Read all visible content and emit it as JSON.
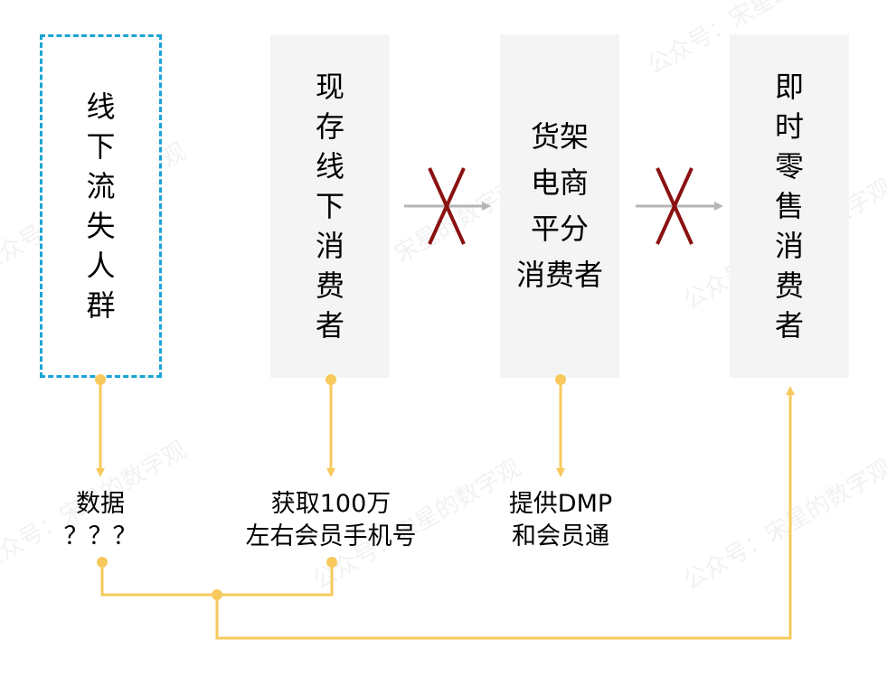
{
  "nodes": {
    "offline_lost": {
      "label": "线下流失人群",
      "border_color": "#1aa3d6"
    },
    "offline_existing": {
      "label": "现存线下消费者"
    },
    "shelf_ecommerce": {
      "label": "货架\n电商\n平分\n消费者"
    },
    "instant_retail": {
      "label": "即时零售消费者"
    }
  },
  "labels": {
    "data_unknown": "数据\n？？？",
    "phone_numbers": "获取100万\n左右会员手机号",
    "dmp": "提供DMP\n和会员通"
  },
  "watermark": "公众号：宋星的数字观",
  "colors": {
    "connector": "#f7c95c",
    "arrow_gray": "#b5b5b5",
    "cross": "#8b1111",
    "box_fill": "#f4f4f4"
  }
}
